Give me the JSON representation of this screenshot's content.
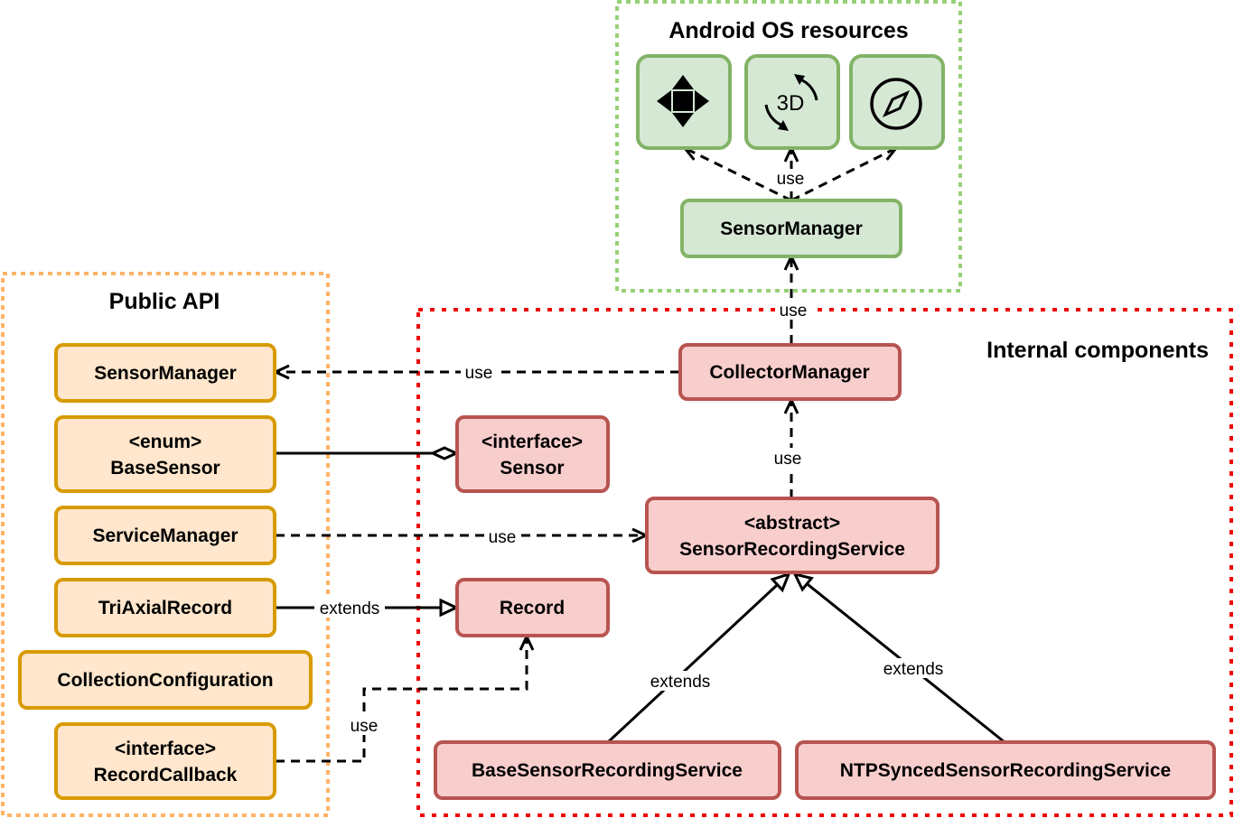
{
  "groups": {
    "android": {
      "title": "Android OS resources"
    },
    "public_api": {
      "title": "Public API"
    },
    "internal": {
      "title": "Internal components"
    }
  },
  "icons": [
    {
      "name": "move-arrows-icon"
    },
    {
      "name": "rotate-3d-icon",
      "text": "3D"
    },
    {
      "name": "compass-icon"
    }
  ],
  "boxes": {
    "os_sensor_manager": {
      "lines": [
        "SensorManager"
      ]
    },
    "api_sensor_manager": {
      "lines": [
        "SensorManager"
      ]
    },
    "base_sensor": {
      "lines": [
        "<enum>",
        "BaseSensor"
      ]
    },
    "service_manager": {
      "lines": [
        "ServiceManager"
      ]
    },
    "tri_axial_record": {
      "lines": [
        "TriAxialRecord"
      ]
    },
    "collection_configuration": {
      "lines": [
        "CollectionConfiguration"
      ]
    },
    "record_callback": {
      "lines": [
        "<interface>",
        "RecordCallback"
      ]
    },
    "collector_manager": {
      "lines": [
        "CollectorManager"
      ]
    },
    "sensor_interface": {
      "lines": [
        "<interface>",
        "Sensor"
      ]
    },
    "sensor_recording_service": {
      "lines": [
        "<abstract>",
        "SensorRecordingService"
      ]
    },
    "record": {
      "lines": [
        "Record"
      ]
    },
    "base_sensor_recording_service": {
      "lines": [
        "BaseSensorRecordingService"
      ]
    },
    "ntp_synced_sensor_recording_service": {
      "lines": [
        "NTPSyncedSensorRecordingService"
      ]
    }
  },
  "edge_labels": {
    "os_use": "use",
    "collector_to_os_use": "use",
    "collector_to_api_use": "use",
    "service_to_collector_use": "use",
    "service_manager_use": "use",
    "tri_axial_extends": "extends",
    "callback_use": "use",
    "base_extends": "extends",
    "ntp_extends": "extends"
  },
  "colors": {
    "orange_fill": "#ffe6cc",
    "orange_stroke": "#d79b00",
    "red_fill": "#f8cecc",
    "red_stroke": "#b85450",
    "green_fill": "#d5e8d4",
    "green_stroke": "#82b366",
    "public_api_frame": "#ffb366",
    "internal_frame": "#ee0000",
    "android_frame": "#97d077"
  }
}
